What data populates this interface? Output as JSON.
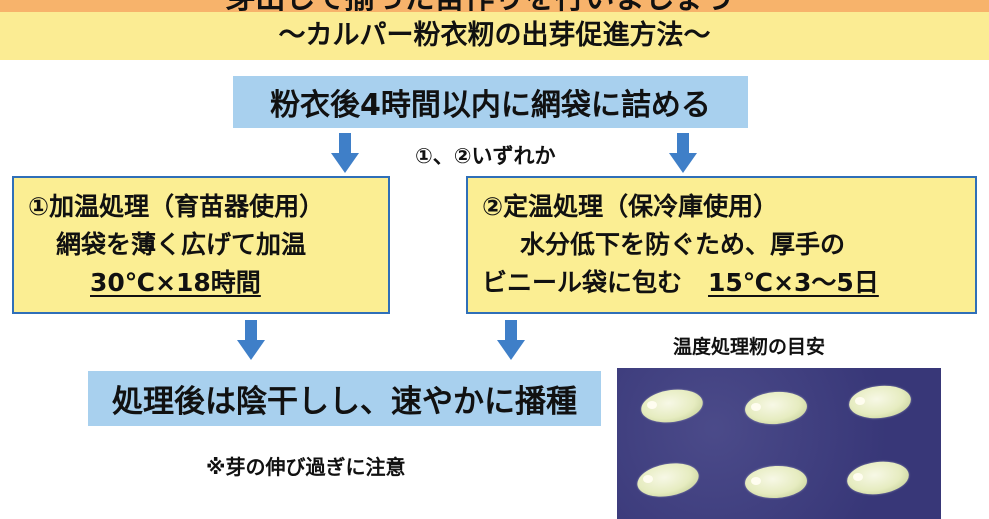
{
  "header": {
    "title_partial": "芽出しで揃った苗作りを行いましょう",
    "subtitle": "～カルパー粉衣籾の出芽促進方法～"
  },
  "flow": {
    "pack_step": "粉衣後4時間以内に網袋に詰める",
    "choice_note": "①、②いずれか",
    "method_1": {
      "title": "①加温処理（育苗器使用）",
      "line2": "網袋を薄く広げて加温",
      "condition": "30℃×18時間"
    },
    "method_2": {
      "title": "②定温処理（保冷庫使用）",
      "line2": "水分低下を防ぐため、厚手の",
      "line3": "ビニール袋に包む",
      "condition": "15℃×3～5日"
    },
    "final_step": "処理後は陰干しし、速やかに播種",
    "caution": "※芽の伸び過ぎに注意"
  },
  "photo": {
    "caption": "温度処理籾の目安"
  },
  "colors": {
    "header_band": "#f7b36b",
    "subtitle_band": "#fbec93",
    "step_box": "#a8d0ee",
    "method_box": "#fbee93",
    "arrow": "#3f7fc8",
    "photo_bg": "#3c3b7d"
  }
}
